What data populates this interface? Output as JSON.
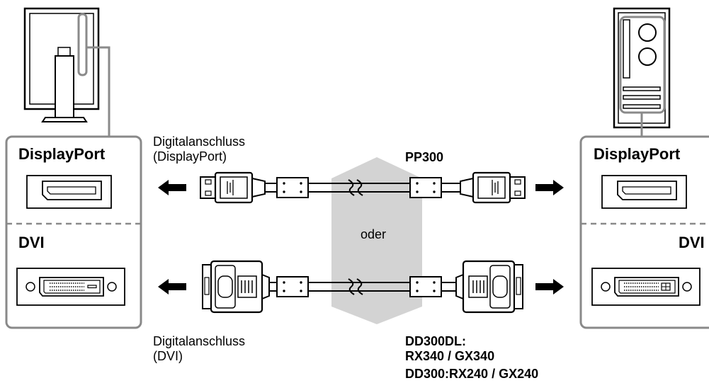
{
  "colors": {
    "line": "#000000",
    "panel_border": "#898989",
    "gray_stroke": "#8a8a8a",
    "swoosh": "#d3d3d3",
    "background": "#ffffff"
  },
  "left_panel": {
    "top_port": "DisplayPort",
    "bottom_port": "DVI"
  },
  "right_panel": {
    "top_port": "DisplayPort",
    "bottom_port": "DVI"
  },
  "labels": {
    "digital_dp_1": "Digitalanschluss",
    "digital_dp_2": "(DisplayPort)",
    "cable_dp": "PP300",
    "oder": "oder",
    "digital_dvi_1": "Digitalanschluss",
    "digital_dvi_2": "(DVI)",
    "cable_dvi_1": "DD300DL:",
    "cable_dvi_2": "RX340 / GX340",
    "cable_dvi_3": "DD300:RX240 / GX240"
  },
  "icons": [
    "monitor-icon",
    "pc-tower-icon",
    "displayport-socket-icon",
    "dvi-socket-icon",
    "displayport-plug-icon",
    "dvi-plug-icon",
    "ferrite-core-icon",
    "arrow-left-icon",
    "arrow-right-icon"
  ]
}
